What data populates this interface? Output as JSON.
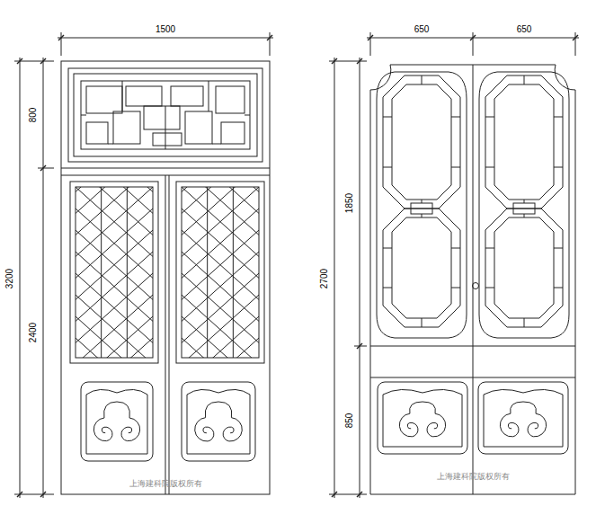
{
  "diagram": {
    "labels": [
      "1500",
      "800",
      "2400",
      "3200",
      "650",
      "650",
      "1850",
      "850",
      "2700",
      "上海建科院版权所有",
      "上海建科院版权所有"
    ]
  }
}
